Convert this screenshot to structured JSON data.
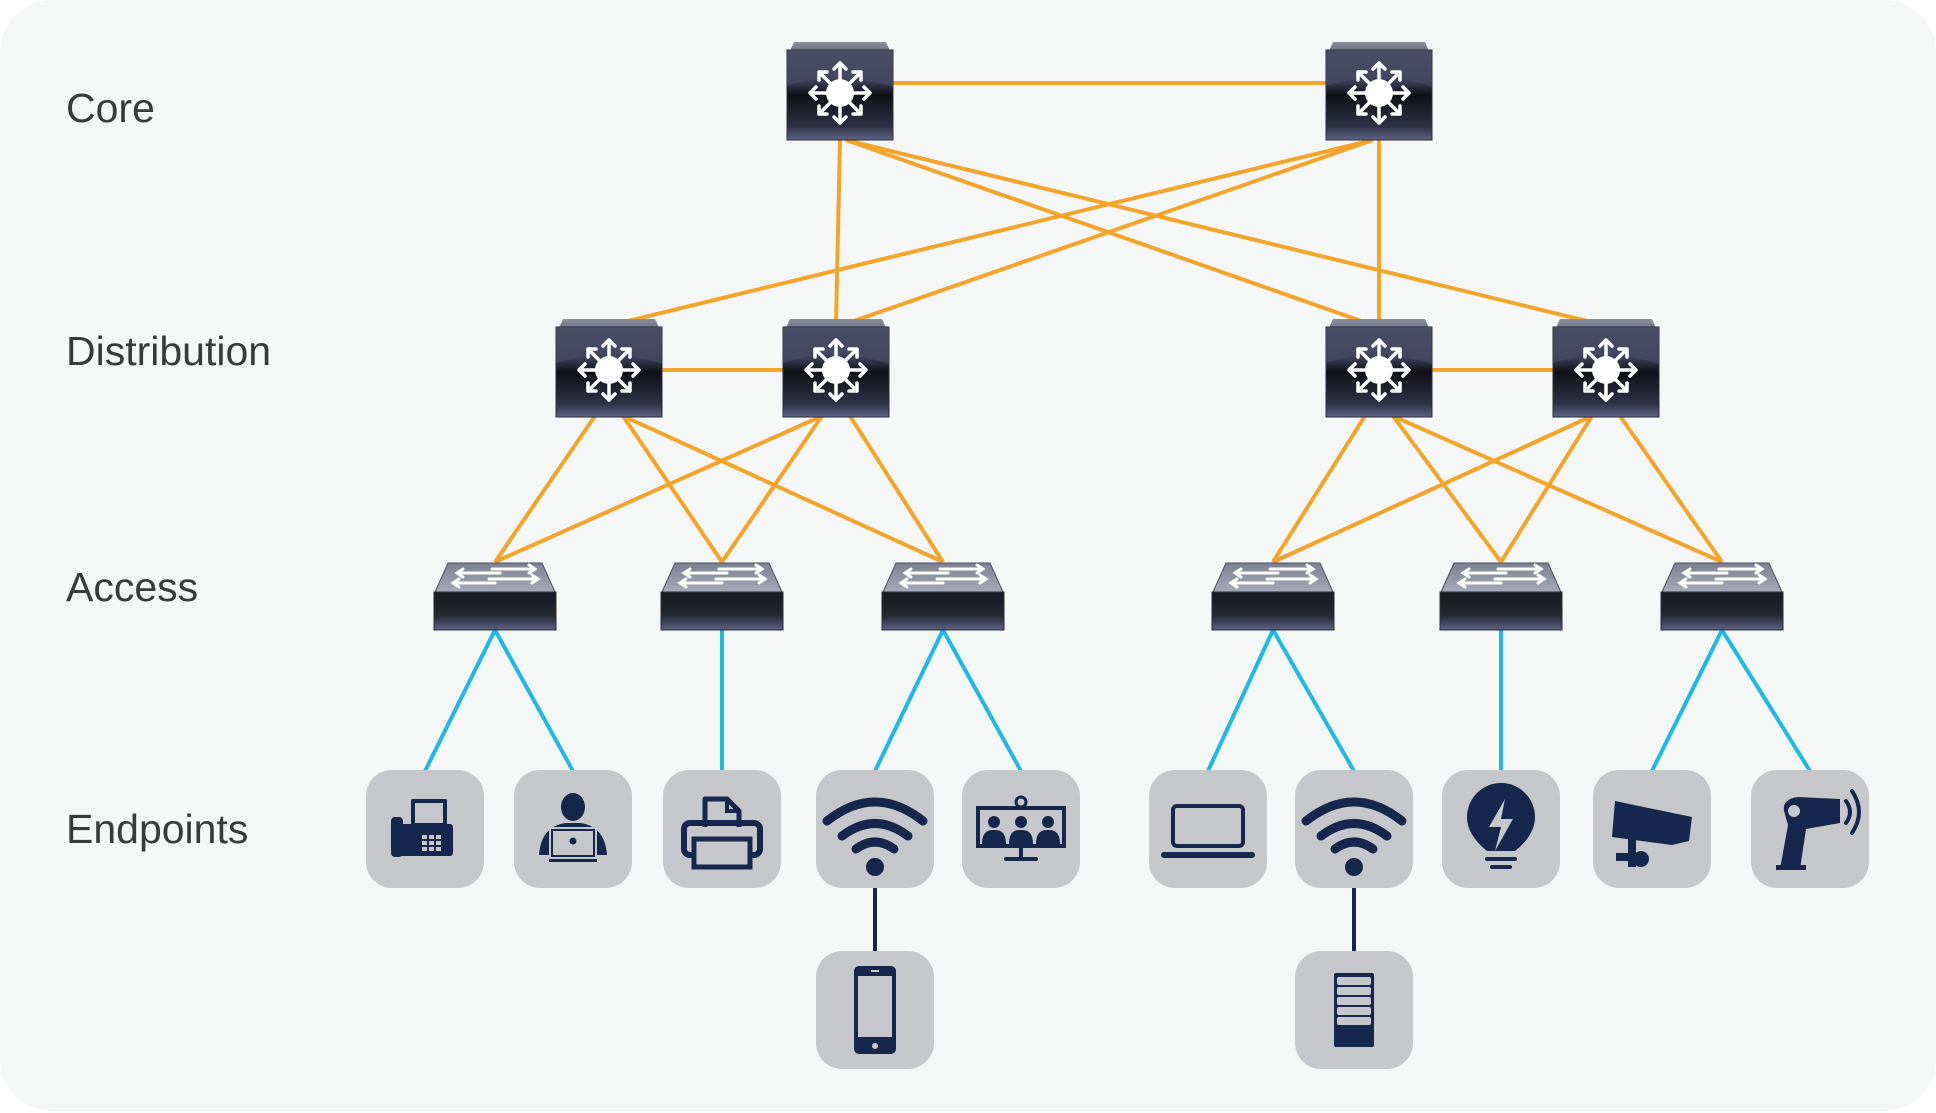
{
  "layers": [
    {
      "name": "core",
      "label": "Core"
    },
    {
      "name": "distribution",
      "label": "Distribution"
    },
    {
      "name": "access",
      "label": "Access"
    },
    {
      "name": "endpoints",
      "label": "Endpoints"
    }
  ],
  "colors": {
    "background": "#f5f7f7",
    "uplink": "#f5a42a",
    "access_link": "#1fb9e8",
    "wireless_link": "#15274d",
    "endpoint_tile": "#c6c7cb",
    "endpoint_icon": "#15274d",
    "label_text": "#3a3a3a"
  },
  "nodes": {
    "core": [
      {
        "id": "core-1",
        "type": "router"
      },
      {
        "id": "core-2",
        "type": "router"
      }
    ],
    "distribution": [
      {
        "id": "dist-1",
        "type": "router"
      },
      {
        "id": "dist-2",
        "type": "router"
      },
      {
        "id": "dist-3",
        "type": "router"
      },
      {
        "id": "dist-4",
        "type": "router"
      }
    ],
    "access": [
      {
        "id": "acc-1",
        "type": "switch"
      },
      {
        "id": "acc-2",
        "type": "switch"
      },
      {
        "id": "acc-3",
        "type": "switch"
      },
      {
        "id": "acc-4",
        "type": "switch"
      },
      {
        "id": "acc-5",
        "type": "switch"
      },
      {
        "id": "acc-6",
        "type": "switch"
      }
    ],
    "endpoints": [
      {
        "id": "ep-1",
        "icon": "ip-phone-icon",
        "parent": "acc-1"
      },
      {
        "id": "ep-2",
        "icon": "user-laptop-icon",
        "parent": "acc-1"
      },
      {
        "id": "ep-3",
        "icon": "printer-icon",
        "parent": "acc-2"
      },
      {
        "id": "ep-4",
        "icon": "wifi-access-point-icon",
        "parent": "acc-3"
      },
      {
        "id": "ep-5",
        "icon": "telepresence-icon",
        "parent": "acc-3"
      },
      {
        "id": "ep-6",
        "icon": "laptop-icon",
        "parent": "acc-4"
      },
      {
        "id": "ep-7",
        "icon": "wifi-access-point-icon",
        "parent": "acc-4"
      },
      {
        "id": "ep-8",
        "icon": "smart-light-icon",
        "parent": "acc-5"
      },
      {
        "id": "ep-9",
        "icon": "security-camera-icon",
        "parent": "acc-6"
      },
      {
        "id": "ep-10",
        "icon": "barcode-scanner-icon",
        "parent": "acc-6"
      },
      {
        "id": "ep-11",
        "icon": "smartphone-icon",
        "parent": "ep-4"
      },
      {
        "id": "ep-12",
        "icon": "server-icon",
        "parent": "ep-7"
      }
    ]
  },
  "links": {
    "core_core": [
      [
        "core-1",
        "core-2"
      ]
    ],
    "core_distribution": [
      [
        "core-1",
        "dist-2"
      ],
      [
        "core-1",
        "dist-3"
      ],
      [
        "core-1",
        "dist-4"
      ],
      [
        "core-2",
        "dist-1"
      ],
      [
        "core-2",
        "dist-2"
      ],
      [
        "core-2",
        "dist-3"
      ]
    ],
    "distribution_distribution": [
      [
        "dist-1",
        "dist-2"
      ],
      [
        "dist-3",
        "dist-4"
      ]
    ],
    "distribution_access": [
      [
        "dist-1",
        "acc-1"
      ],
      [
        "dist-1",
        "acc-2"
      ],
      [
        "dist-1",
        "acc-3"
      ],
      [
        "dist-2",
        "acc-1"
      ],
      [
        "dist-2",
        "acc-2"
      ],
      [
        "dist-2",
        "acc-3"
      ],
      [
        "dist-3",
        "acc-4"
      ],
      [
        "dist-3",
        "acc-5"
      ],
      [
        "dist-3",
        "acc-6"
      ],
      [
        "dist-4",
        "acc-4"
      ],
      [
        "dist-4",
        "acc-5"
      ],
      [
        "dist-4",
        "acc-6"
      ]
    ],
    "access_endpoint": [
      [
        "acc-1",
        "ep-1"
      ],
      [
        "acc-1",
        "ep-2"
      ],
      [
        "acc-2",
        "ep-3"
      ],
      [
        "acc-3",
        "ep-4"
      ],
      [
        "acc-3",
        "ep-5"
      ],
      [
        "acc-4",
        "ep-6"
      ],
      [
        "acc-4",
        "ep-7"
      ],
      [
        "acc-5",
        "ep-8"
      ],
      [
        "acc-6",
        "ep-9"
      ],
      [
        "acc-6",
        "ep-10"
      ]
    ],
    "wireless": [
      [
        "ep-4",
        "ep-11"
      ],
      [
        "ep-7",
        "ep-12"
      ]
    ]
  }
}
